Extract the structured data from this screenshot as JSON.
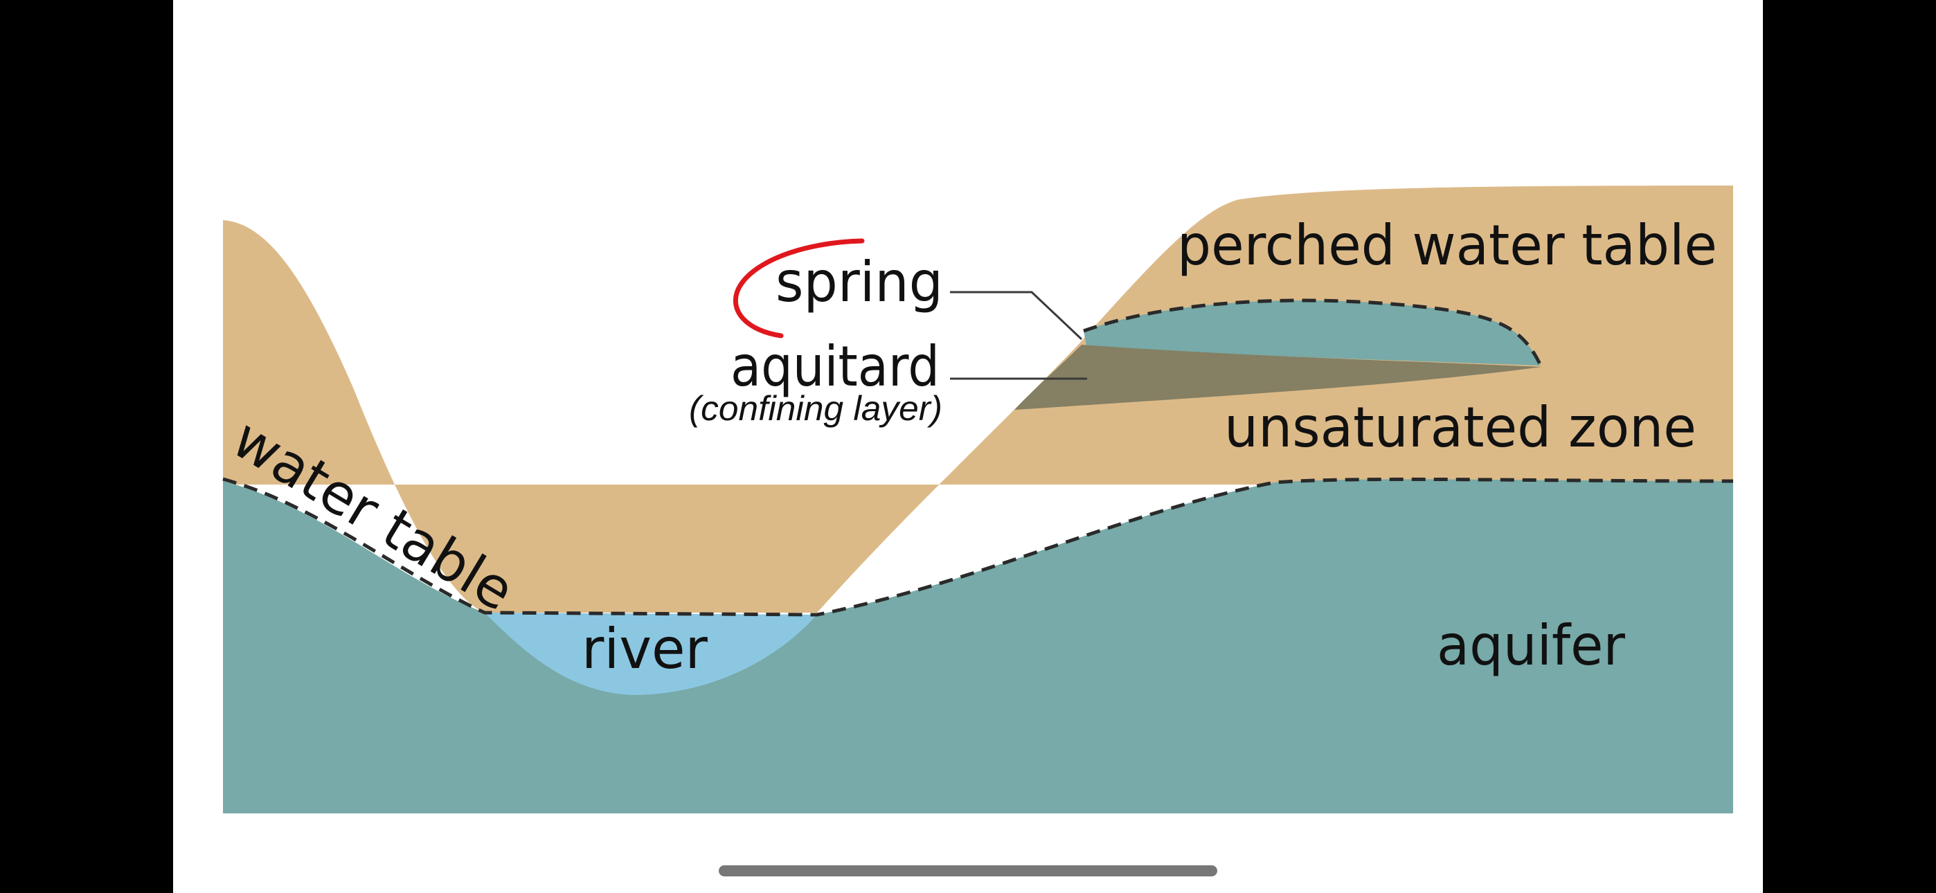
{
  "colors": {
    "soil": "#dcba88",
    "aquifer": "#77aaa8",
    "river": "#8cc7e2",
    "aquitard": "#857f63",
    "annotation": "#e0181e",
    "background": "#ffffff",
    "letterbox": "#000000",
    "home_indicator": "#777777"
  },
  "labels": {
    "perched_water_table": "perched water table",
    "spring": "spring",
    "aquitard": "aquitard",
    "confining_layer": "(confining layer)",
    "unsaturated_zone": "unsaturated zone",
    "water_table": "water table",
    "river": "river",
    "aquifer": "aquifer"
  }
}
